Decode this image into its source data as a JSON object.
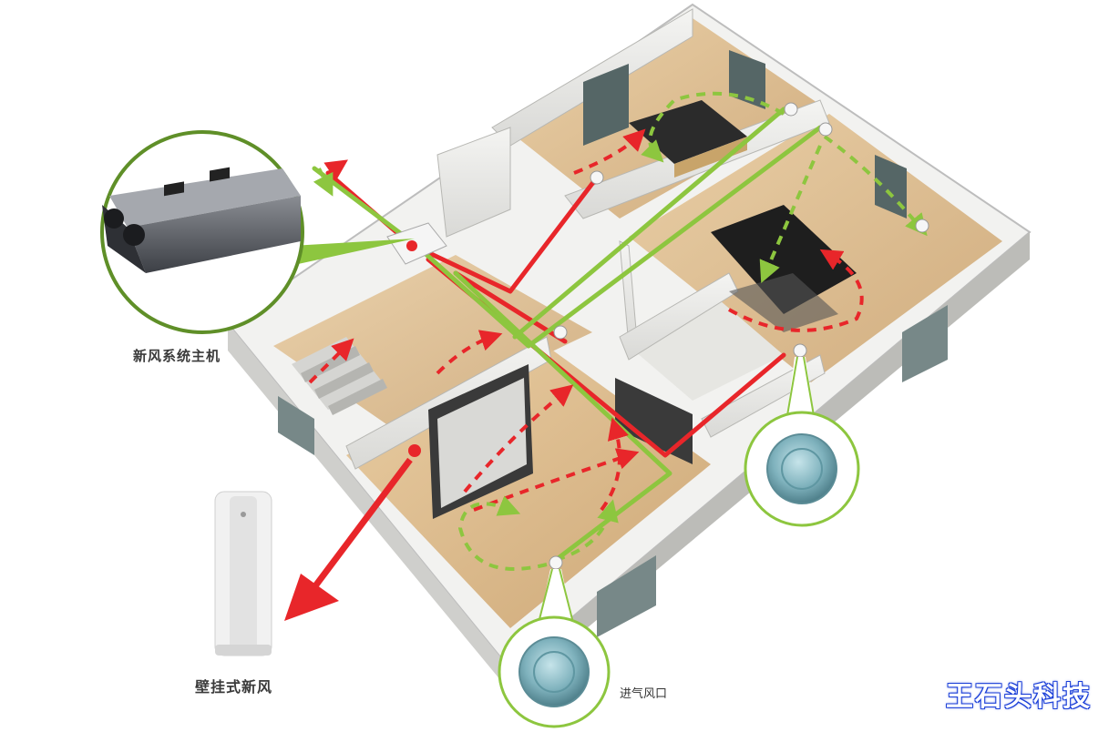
{
  "labels": {
    "host_unit": "新风系统主机",
    "wall_unit": "壁挂式新风",
    "air_inlet": "进气风口",
    "watermark": "王石头科技"
  },
  "colors": {
    "fresh_air": "#8dc63f",
    "exhaust_air": "#e8262a",
    "callout_ring": "#6a9a2a",
    "watermark": "#1b3fd8"
  },
  "icons": {
    "host_unit": "ventilation-unit-icon",
    "wall_unit": "air-purifier-icon",
    "vent": "ceiling-vent-icon"
  }
}
